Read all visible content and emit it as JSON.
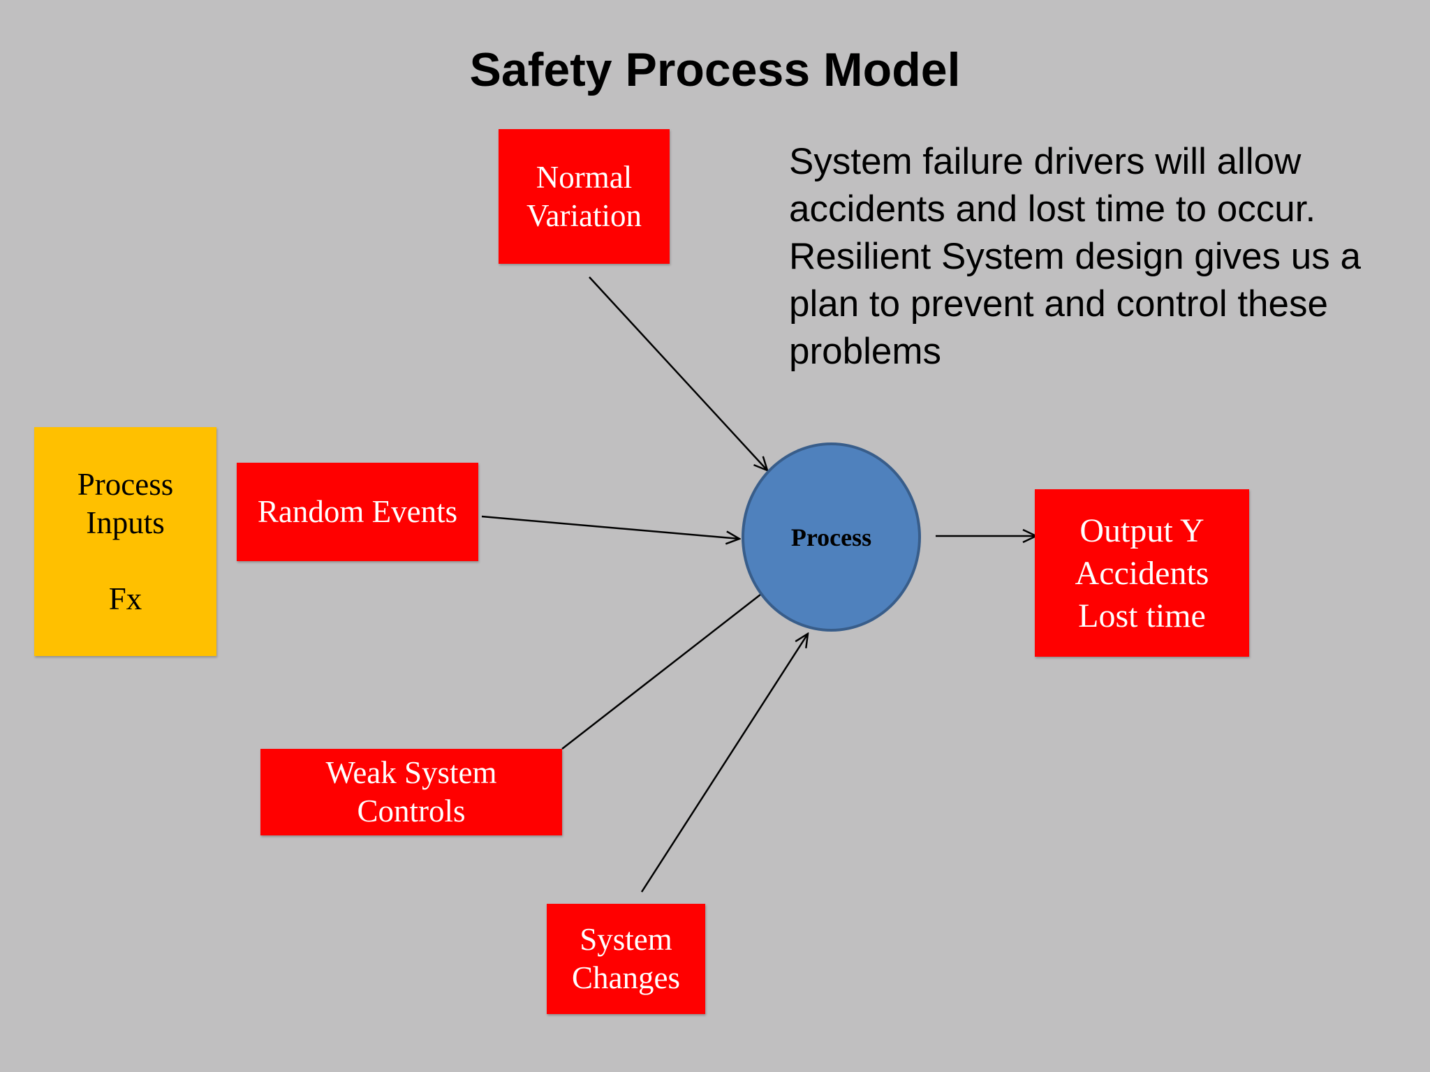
{
  "title": "Safety Process Model",
  "note": {
    "lines": [
      "System failure drivers will allow",
      "accidents and lost time to occur.",
      "Resilient System design gives us a",
      "plan to prevent and control these",
      "problems"
    ]
  },
  "nodes": {
    "process_inputs": {
      "line1": "Process",
      "line2": "Inputs",
      "line3": "Fx"
    },
    "normal_variation": {
      "line1": "Normal",
      "line2": "Variation"
    },
    "random_events": {
      "line1": "Random Events"
    },
    "weak_system_controls": {
      "line1": "Weak System",
      "line2": "Controls"
    },
    "system_changes": {
      "line1": "System",
      "line2": "Changes"
    },
    "process": {
      "label": "Process"
    },
    "output": {
      "line1": "Output  Y",
      "line2": "Accidents",
      "line3": "Lost time"
    }
  },
  "edges": [
    {
      "from": "Normal Variation",
      "to": "Process"
    },
    {
      "from": "Random Events",
      "to": "Process"
    },
    {
      "from": "Weak System Controls",
      "to": "Process"
    },
    {
      "from": "System Changes",
      "to": "Process"
    },
    {
      "from": "Process",
      "to": "Output Y"
    }
  ],
  "colors": {
    "background": "#c0bfc0",
    "red_box": "#ff0000",
    "yellow_box": "#ffc000",
    "process_circle": "#4f81bd"
  }
}
